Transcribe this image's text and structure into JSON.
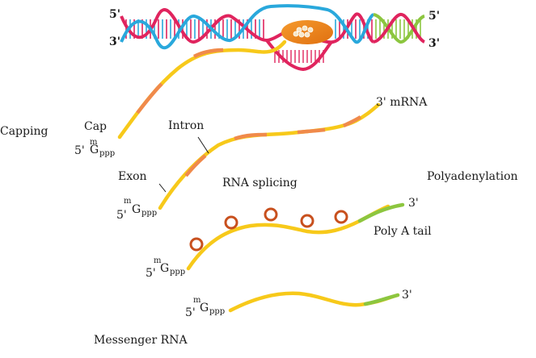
{
  "dna": {
    "left_top_label": "5'",
    "left_bottom_label": "3'",
    "right_top_label": "5'",
    "right_bottom_label": "3'",
    "colors": {
      "strand_blue": "#29a8dc",
      "strand_red": "#e0245e",
      "strand_green": "#8cc63f",
      "polymerase": "#f08a1c"
    }
  },
  "labels": {
    "capping": "Capping",
    "cap": "Cap",
    "intron": "Intron",
    "exon": "Exon",
    "mrna_3": "3'  mRNA",
    "rna_splicing": "RNA splicing",
    "polyadenylation": "Polyadenylation",
    "poly_a_tail": "Poly A tail",
    "messenger_rna": "Messenger RNA",
    "three_prime": "3'",
    "five_prime": "5'",
    "cap_m": "m",
    "cap_g": "G",
    "cap_ppp": "ppp"
  },
  "colors": {
    "exon": "#f7c91a",
    "intron": "#f08a4b",
    "tail": "#8cc63f",
    "ribosome": "#c8501e"
  }
}
